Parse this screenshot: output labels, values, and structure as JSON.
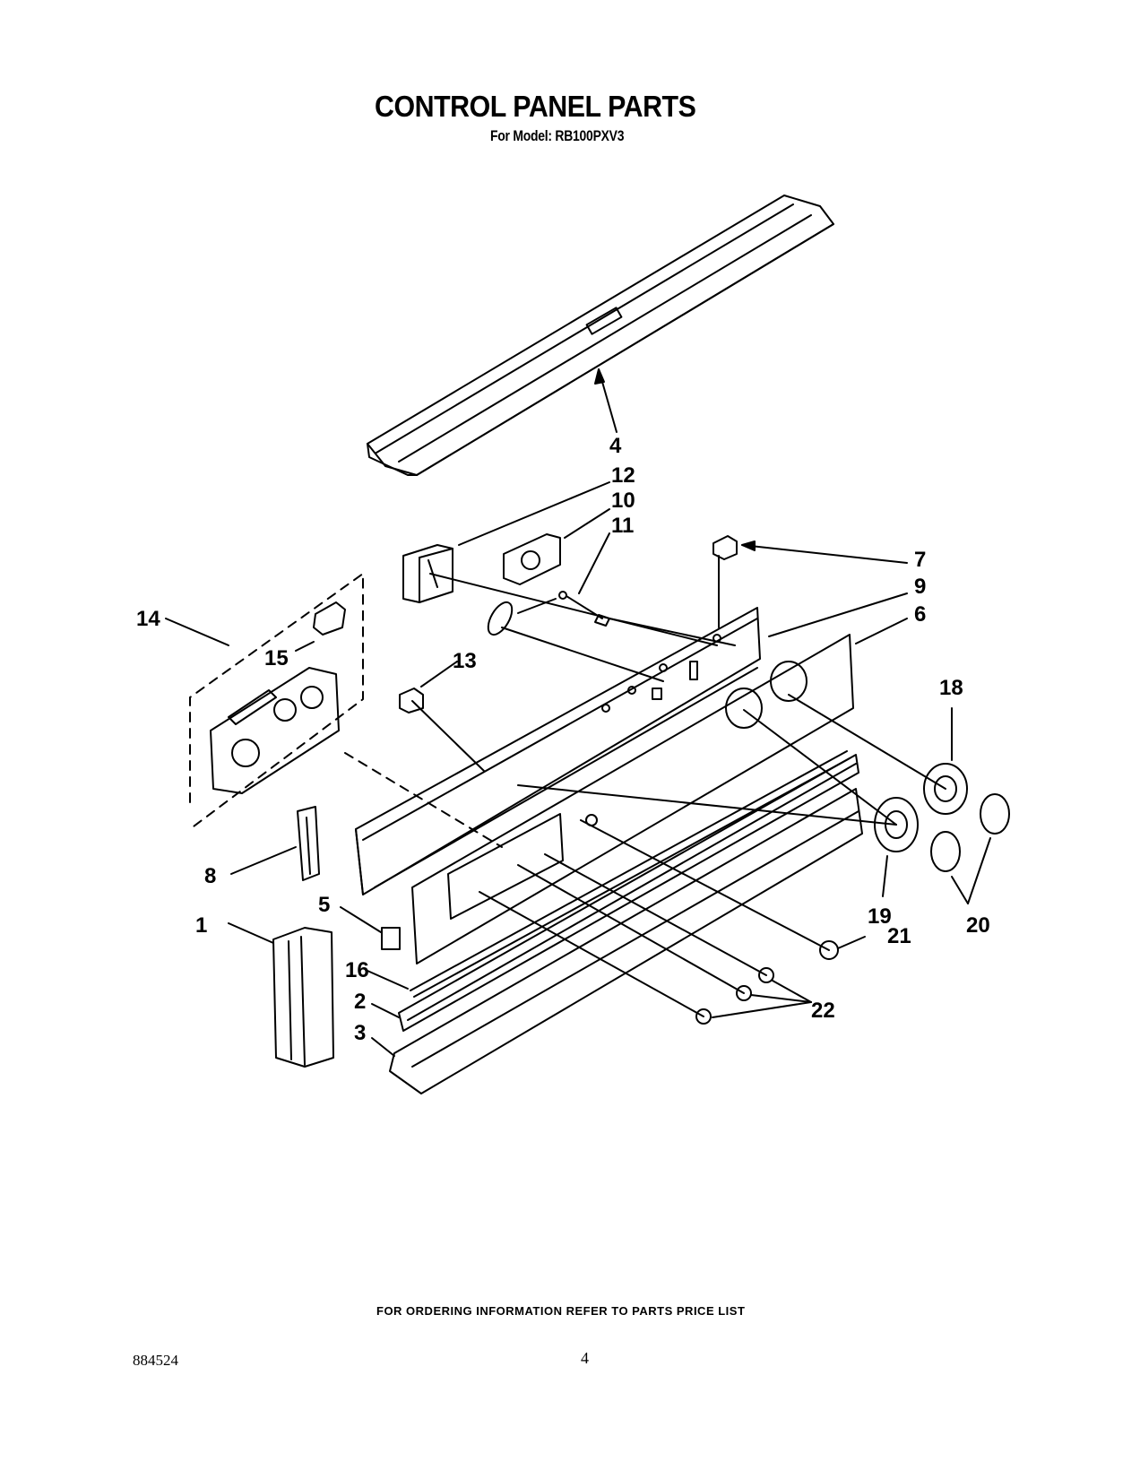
{
  "header": {
    "title": "CONTROL PANEL PARTS",
    "subtitle": "For Model: RB100PXV3"
  },
  "callouts": [
    {
      "id": "c1",
      "label": "1"
    },
    {
      "id": "c2",
      "label": "2"
    },
    {
      "id": "c3",
      "label": "3"
    },
    {
      "id": "c4",
      "label": "4"
    },
    {
      "id": "c5",
      "label": "5"
    },
    {
      "id": "c6",
      "label": "6"
    },
    {
      "id": "c7",
      "label": "7"
    },
    {
      "id": "c8",
      "label": "8"
    },
    {
      "id": "c9",
      "label": "9"
    },
    {
      "id": "c10",
      "label": "10"
    },
    {
      "id": "c11",
      "label": "11"
    },
    {
      "id": "c12",
      "label": "12"
    },
    {
      "id": "c13",
      "label": "13"
    },
    {
      "id": "c14",
      "label": "14"
    },
    {
      "id": "c15",
      "label": "15"
    },
    {
      "id": "c16",
      "label": "16"
    },
    {
      "id": "c18",
      "label": "18"
    },
    {
      "id": "c19",
      "label": "19"
    },
    {
      "id": "c20",
      "label": "20"
    },
    {
      "id": "c21",
      "label": "21"
    },
    {
      "id": "c22",
      "label": "22"
    }
  ],
  "footer": {
    "ordering_note": "FOR ORDERING INFORMATION REFER TO PARTS PRICE LIST",
    "doc_number": "884524",
    "page_number": "4"
  }
}
